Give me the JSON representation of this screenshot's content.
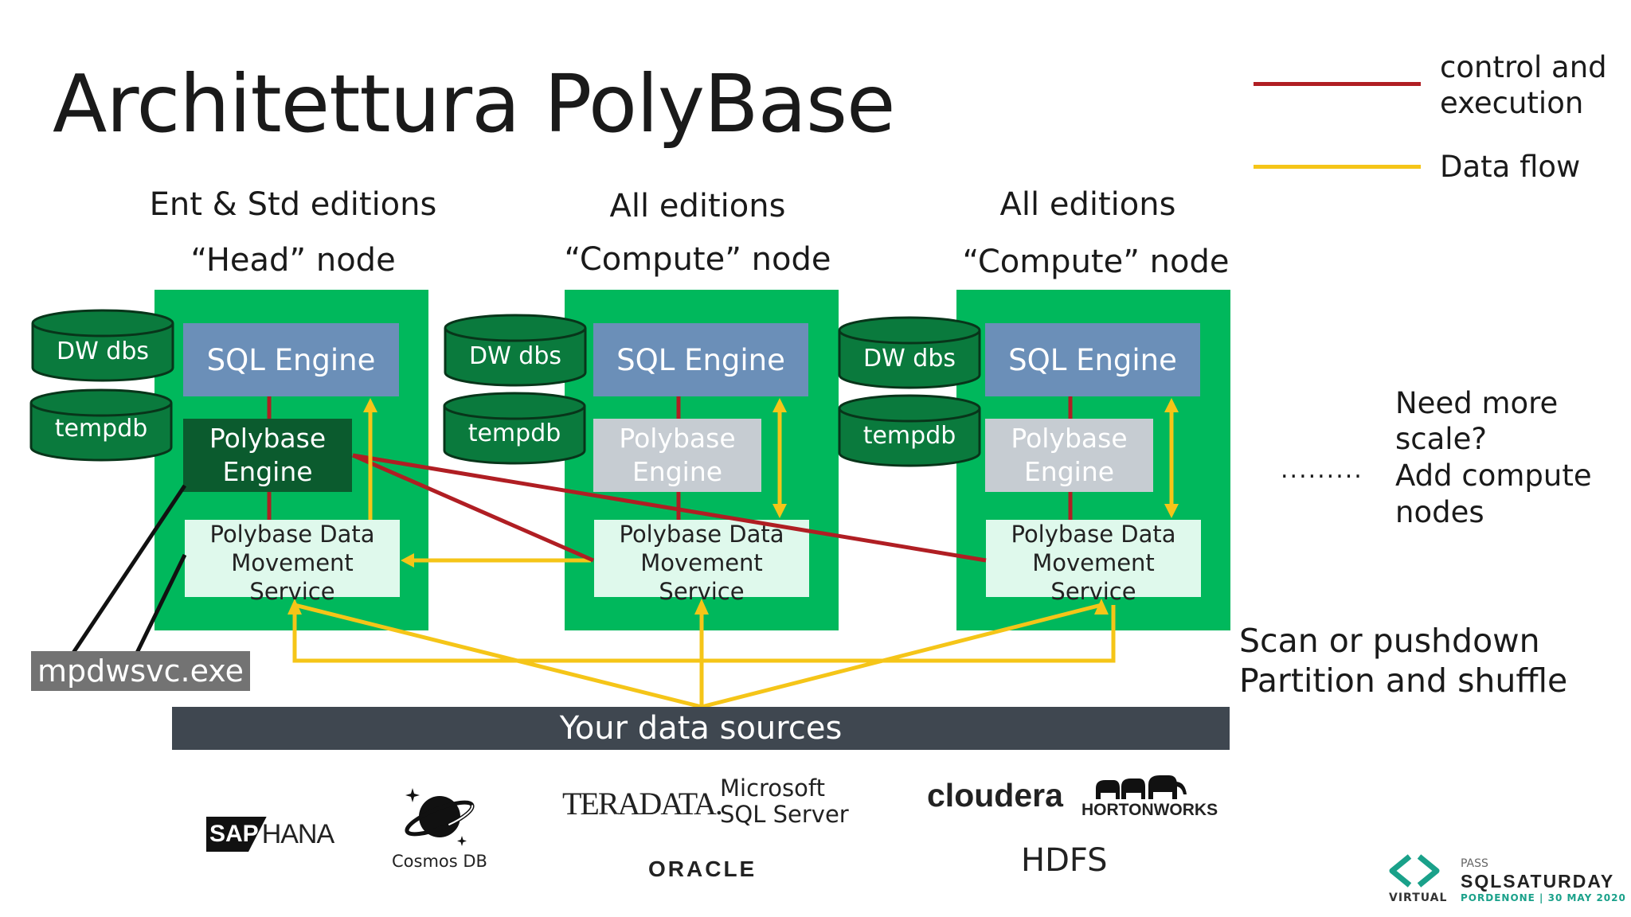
{
  "title": "Architettura PolyBase",
  "legend": {
    "control_label_line1": "control and",
    "control_label_line2": "execution",
    "control_color": "#b01e23",
    "dataflow_label": "Data flow",
    "dataflow_color": "#f5c518"
  },
  "nodes": [
    {
      "edition": "Ent & Std editions",
      "role": "“Head” node",
      "db1": "DW dbs",
      "db2": "tempdb",
      "sql": "SQL Engine",
      "pe_line1": "Polybase",
      "pe_line2": "Engine",
      "dms_line1": "Polybase Data",
      "dms_line2": "Movement",
      "dms_line3": "Service"
    },
    {
      "edition": "All editions",
      "role": "“Compute” node",
      "db1": "DW dbs",
      "db2": "tempdb",
      "sql": "SQL Engine",
      "pe_line1": "Polybase",
      "pe_line2": "Engine",
      "dms_line1": "Polybase Data",
      "dms_line2": "Movement",
      "dms_line3": "Service"
    },
    {
      "edition": "All editions",
      "role": "“Compute” node",
      "db1": "DW dbs",
      "db2": "tempdb",
      "sql": "SQL Engine",
      "pe_line1": "Polybase",
      "pe_line2": "Engine",
      "dms_line1": "Polybase Data",
      "dms_line2": "Movement",
      "dms_line3": "Service"
    }
  ],
  "ellipsis": ".........",
  "scale_note": [
    "Need more",
    "scale?",
    "Add compute",
    "nodes"
  ],
  "pushdown_note": [
    "Scan or pushdown",
    "Partition and shuffle"
  ],
  "exe_label": "mpdwsvc.exe",
  "data_sources_label": "Your data sources",
  "logos": {
    "sap": "SAP",
    "hana": "HANA",
    "cosmos": "Cosmos DB",
    "teradata": "TERADATA.",
    "microsoft": "Microsoft",
    "sqlserver": "SQL Server",
    "oracle": "ORACLE",
    "cloudera": "cloudera",
    "hortonworks": "HORTONWORKS",
    "hdfs": "HDFS"
  },
  "event": {
    "pass": "PASS",
    "sqlsaturday": "SQLSATURDAY",
    "virtual": "VIRTUAL",
    "location_date": "PORDENONE | 30 MAY 2020"
  }
}
